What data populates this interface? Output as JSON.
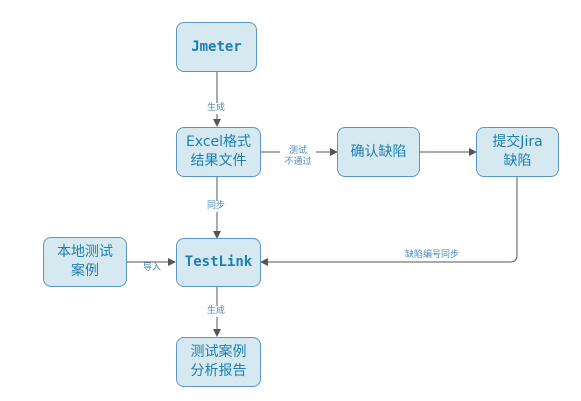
{
  "nodes": {
    "jmeter": "Jmeter",
    "excel": "Excel格式\n结果文件",
    "confirm": "确认缺陷",
    "jira": "提交Jira\n缺陷",
    "local": "本地测试\n案例",
    "testlink": "TestLink",
    "report": "测试案例\n分析报告"
  },
  "edges": {
    "generate1": "生成",
    "fail": "测试\n不通过",
    "sync": "同步",
    "import": "导入",
    "defect_sync": "缺陷编号同步",
    "generate2": "生成"
  },
  "colors": {
    "node_fill": "#d6e9f1",
    "node_border": "#5a97c8",
    "node_text": "#1b7fb3",
    "edge": "#555555",
    "edge_text": "#4a8bb8"
  }
}
